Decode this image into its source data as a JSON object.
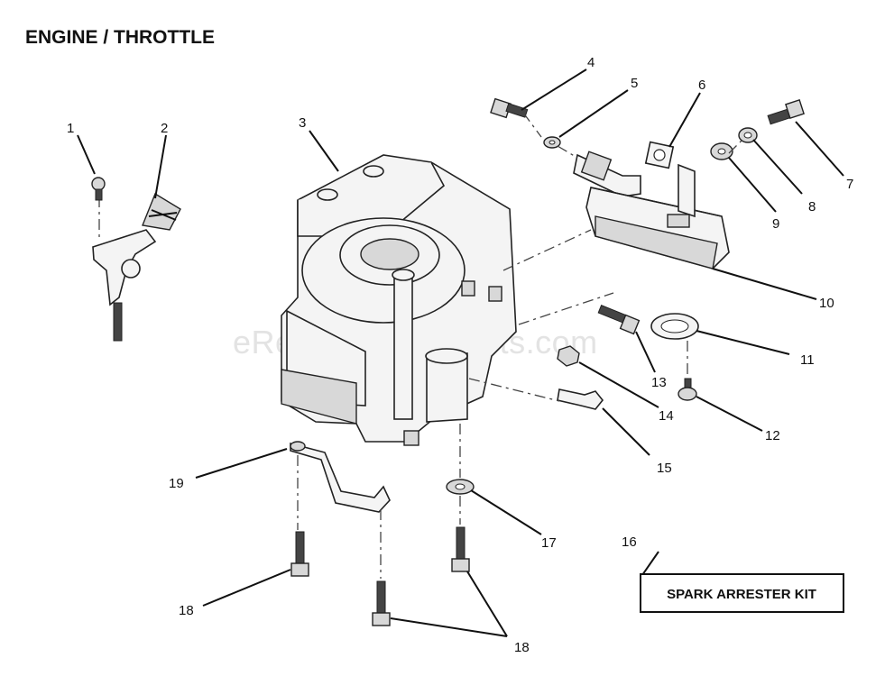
{
  "title": "ENGINE / THROTTLE",
  "watermark": "eReplacementParts.com",
  "kit_label": "SPARK ARRESTER KIT",
  "callouts": {
    "c1": "1",
    "c2": "2",
    "c3": "3",
    "c4": "4",
    "c5": "5",
    "c6": "6",
    "c7": "7",
    "c8": "8",
    "c9": "9",
    "c10": "10",
    "c11": "11",
    "c12": "12",
    "c13": "13",
    "c14": "14",
    "c15": "15",
    "c16": "16",
    "c17": "17",
    "c18a": "18",
    "c18b": "18",
    "c19": "19"
  }
}
